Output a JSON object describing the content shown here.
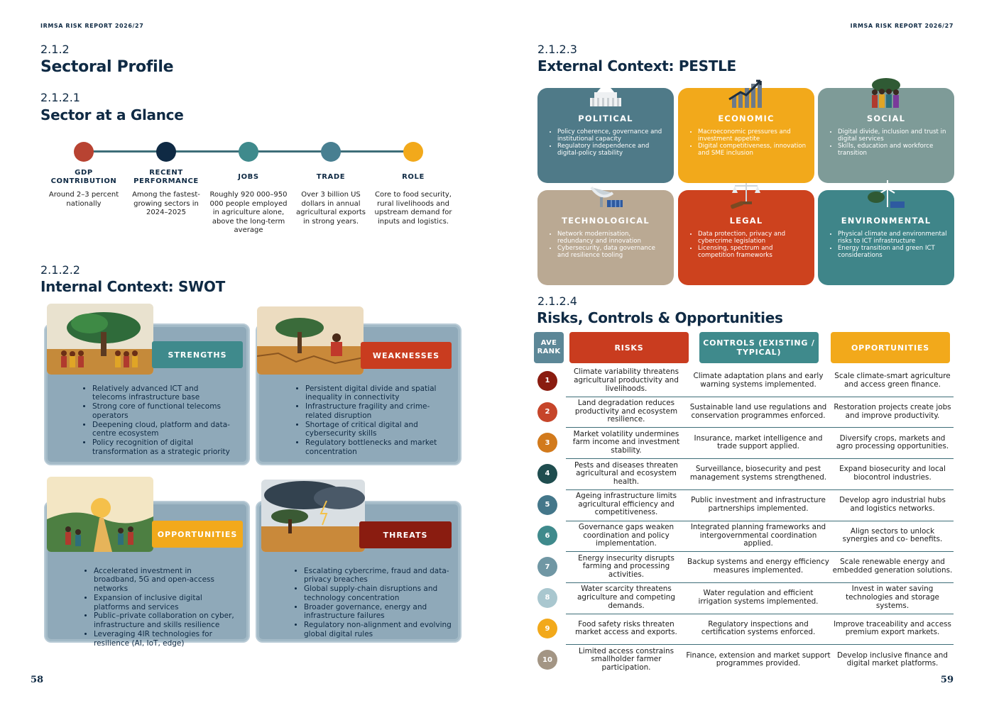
{
  "left_page": {
    "running_head": "IRMSA RISK REPORT 2026/27",
    "section_num": "2.1.2",
    "section_title": "Sectoral Profile",
    "glance": {
      "num": "2.1.2.1",
      "title": "Sector at a Glance",
      "items": [
        {
          "label": "GDP CONTRIBUTION",
          "text": "Around 2–3 percent nationally",
          "color": "#b84332"
        },
        {
          "label": "RECENT PERFORMANCE",
          "text": "Among the fastest-growing sectors in 2024–2025",
          "color": "#0f2a44"
        },
        {
          "label": "JOBS",
          "text": "Roughly 920 000–950 000 people employed in agriculture alone, above the long-term average",
          "color": "#3f8a8c"
        },
        {
          "label": "TRADE",
          "text": "Over 3 billion US dollars in annual agricultural exports in strong years.",
          "color": "#487f91"
        },
        {
          "label": "ROLE",
          "text": "Core to food security, rural livelihoods and upstream demand for inputs and logistics.",
          "color": "#f2a91b"
        }
      ]
    },
    "swot": {
      "num": "2.1.2.2",
      "title": "Internal Context: SWOT",
      "strengths": {
        "label": "STRENGTHS",
        "items": [
          "Relatively advanced ICT and telecoms infrastructure base",
          "Strong core of functional telecoms operators",
          "Deepening cloud, platform and data-centre ecosystem",
          "Policy recognition of digital transformation as a strategic priority"
        ]
      },
      "weaknesses": {
        "label": "WEAKNESSES",
        "items": [
          "Persistent digital divide and spatial inequality in connectivity",
          "Infrastructure fragility and crime-related disruption",
          "Shortage of critical digital and cybersecurity skills",
          "Regulatory bottlenecks and market concentration"
        ]
      },
      "opportunities": {
        "label": "OPPORTUNITIES",
        "items": [
          "Accelerated investment in broadband, 5G and open-access networks",
          "Expansion of inclusive digital platforms and services",
          "Public–private collaboration on cyber, infrastructure and skills resilience",
          "Leveraging 4IR technologies for resilience (AI, IoT, edge)"
        ]
      },
      "threats": {
        "label": "THREATS",
        "items": [
          "Escalating cybercrime, fraud and data-privacy breaches",
          "Global supply-chain disruptions and technology concentration",
          "Broader governance, energy and infrastructure failures",
          "Regulatory non-alignment and evolving global digital rules"
        ]
      }
    },
    "page_number": "58"
  },
  "right_page": {
    "running_head": "IRMSA RISK REPORT 2026/27",
    "pestle": {
      "num": "2.1.2.3",
      "title": "External Context: PESTLE",
      "cards": [
        {
          "label": "POLITICAL",
          "icon": "capitol-icon",
          "color": "#4f7a88",
          "items": [
            "Policy coherence, governance and institutional capacity",
            "Regulatory independence and digital-policy stability"
          ]
        },
        {
          "label": "ECONOMIC",
          "icon": "growth-chart-icon",
          "color": "#f2a91b",
          "items": [
            "Macroeconomic pressures and investment appetite",
            "Digital competitiveness, innovation and SME inclusion"
          ]
        },
        {
          "label": "SOCIAL",
          "icon": "people-icon",
          "color": "#7e9b98",
          "items": [
            "Digital divide, inclusion and trust in digital services",
            "Skills, education and workforce transition"
          ]
        },
        {
          "label": "TECHNOLOGICAL",
          "icon": "satellite-dish-icon",
          "color": "#baa993",
          "items": [
            "Network modernisation, redundancy and innovation",
            "Cybersecurity, data governance and resilience tooling"
          ]
        },
        {
          "label": "LEGAL",
          "icon": "scales-gavel-icon",
          "color": "#cd421e",
          "items": [
            "Data protection, privacy and cybercrime legislation",
            "Licensing, spectrum and competition frameworks"
          ]
        },
        {
          "label": "ENVIRONMENTAL",
          "icon": "wind-turbine-icon",
          "color": "#3f8589",
          "items": [
            "Physical climate and environmental risks to ICT infrastructure",
            "Energy transition and green ICT considerations"
          ]
        }
      ]
    },
    "risks": {
      "num": "2.1.2.4",
      "title": "Risks, Controls & Opportunities",
      "headers": {
        "rank": "AVE RANK",
        "risks": "RISKS",
        "controls": "CONTROLS (EXISTING / TYPICAL)",
        "opportunities": "OPPORTUNITIES"
      },
      "rows": [
        {
          "rank": "1",
          "color": "#8a1c10",
          "risk": "Climate variability threatens agricultural productivity and livelihoods.",
          "control": "Climate adaptation plans and early warning systems implemented.",
          "opportunity": "Scale climate-smart agriculture and access green finance."
        },
        {
          "rank": "2",
          "color": "#c6452a",
          "risk": "Land degradation reduces productivity and ecosystem resilience.",
          "control": "Sustainable land use regulations and conservation programmes enforced.",
          "opportunity": "Restoration projects create jobs and improve productivity."
        },
        {
          "rank": "3",
          "color": "#d27a1c",
          "risk": "Market volatility undermines farm income and investment stability.",
          "control": "Insurance, market intelligence and trade support applied.",
          "opportunity": "Diversify crops, markets and agro processing opportunities."
        },
        {
          "rank": "4",
          "color": "#1f4d4f",
          "risk": "Pests and diseases threaten agricultural and ecosystem health.",
          "control": "Surveillance, biosecurity and pest management systems strengthened.",
          "opportunity": "Expand biosecurity and local biocontrol industries."
        },
        {
          "rank": "5",
          "color": "#44778a",
          "risk": "Ageing infrastructure limits agricultural efficiency and competitiveness.",
          "control": "Public investment and infrastructure partnerships implemented.",
          "opportunity": "Develop agro industrial hubs and logistics networks."
        },
        {
          "rank": "6",
          "color": "#3f8a8c",
          "risk": "Governance gaps weaken coordination and policy implementation.",
          "control": "Integrated planning frameworks and intergovernmental coordination applied.",
          "opportunity": "Align sectors to unlock synergies and co- benefits."
        },
        {
          "rank": "7",
          "color": "#7097a4",
          "risk": "Energy insecurity disrupts farming and processing activities.",
          "control": "Backup systems and energy efficiency measures implemented.",
          "opportunity": "Scale renewable energy and embedded generation solutions."
        },
        {
          "rank": "8",
          "color": "#a9c7cf",
          "risk": "Water scarcity threatens agriculture and competing demands.",
          "control": "Water regulation and efficient irrigation systems implemented.",
          "opportunity": "Invest in water saving technologies and storage systems."
        },
        {
          "rank": "9",
          "color": "#f2a91b",
          "risk": "Food safety risks threaten market access and exports.",
          "control": "Regulatory inspections and certification systems enforced.",
          "opportunity": "Improve traceability and access premium export markets."
        },
        {
          "rank": "10",
          "color": "#a39584",
          "risk": "Limited access constrains smallholder farmer participation.",
          "control": "Finance, extension and market support programmes provided.",
          "opportunity": "Develop inclusive finance and digital market platforms."
        }
      ]
    },
    "page_number": "59"
  }
}
